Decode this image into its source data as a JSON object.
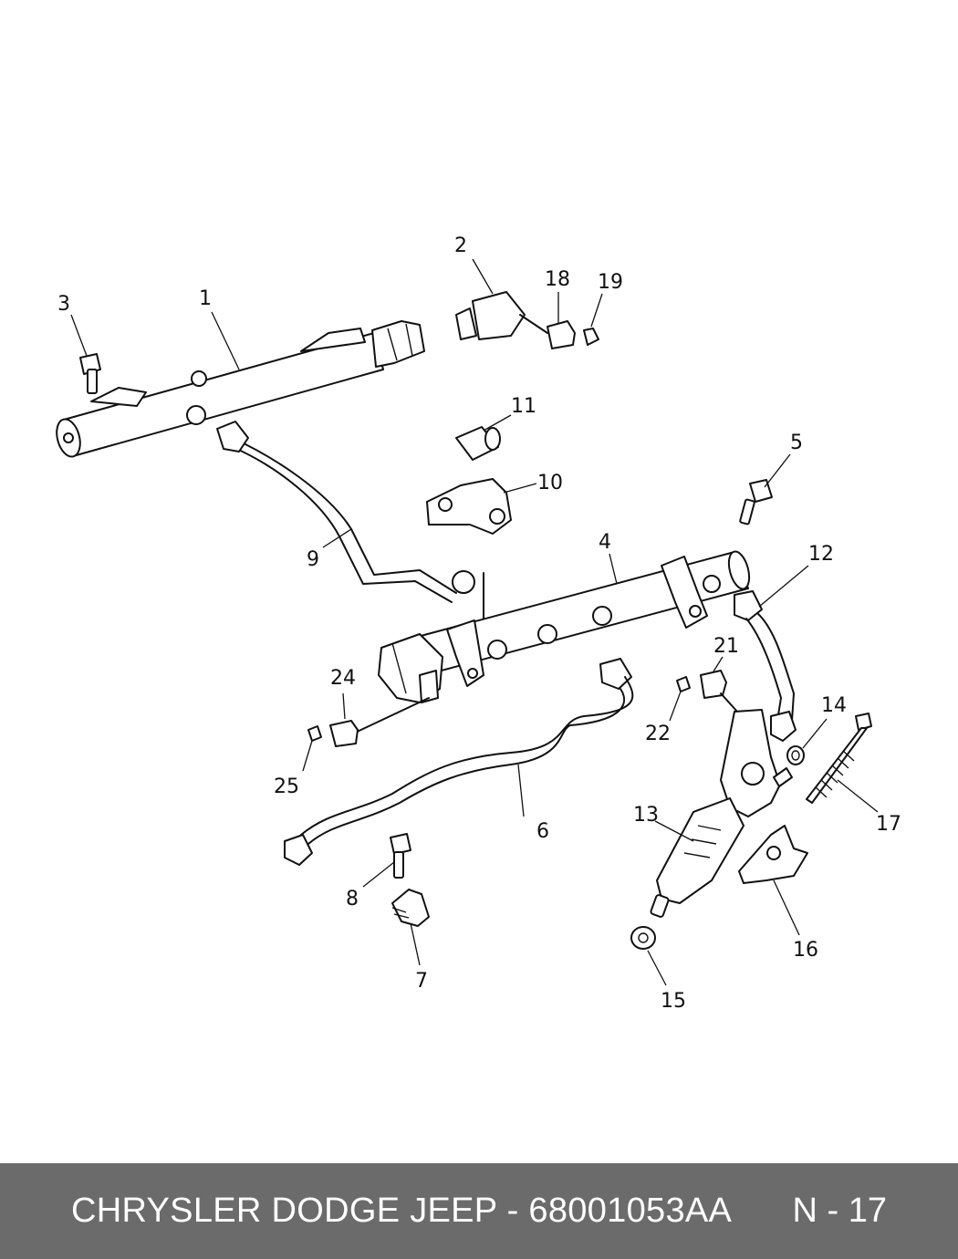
{
  "diagram": {
    "callouts": [
      "1",
      "2",
      "3",
      "4",
      "5",
      "6",
      "7",
      "8",
      "9",
      "10",
      "11",
      "12",
      "13",
      "14",
      "15",
      "16",
      "17",
      "18",
      "19",
      "21",
      "22",
      "24",
      "25"
    ]
  },
  "footer": {
    "title": "CHRYSLER DODGE JEEP - 68001053AA",
    "page": "N - 17"
  }
}
